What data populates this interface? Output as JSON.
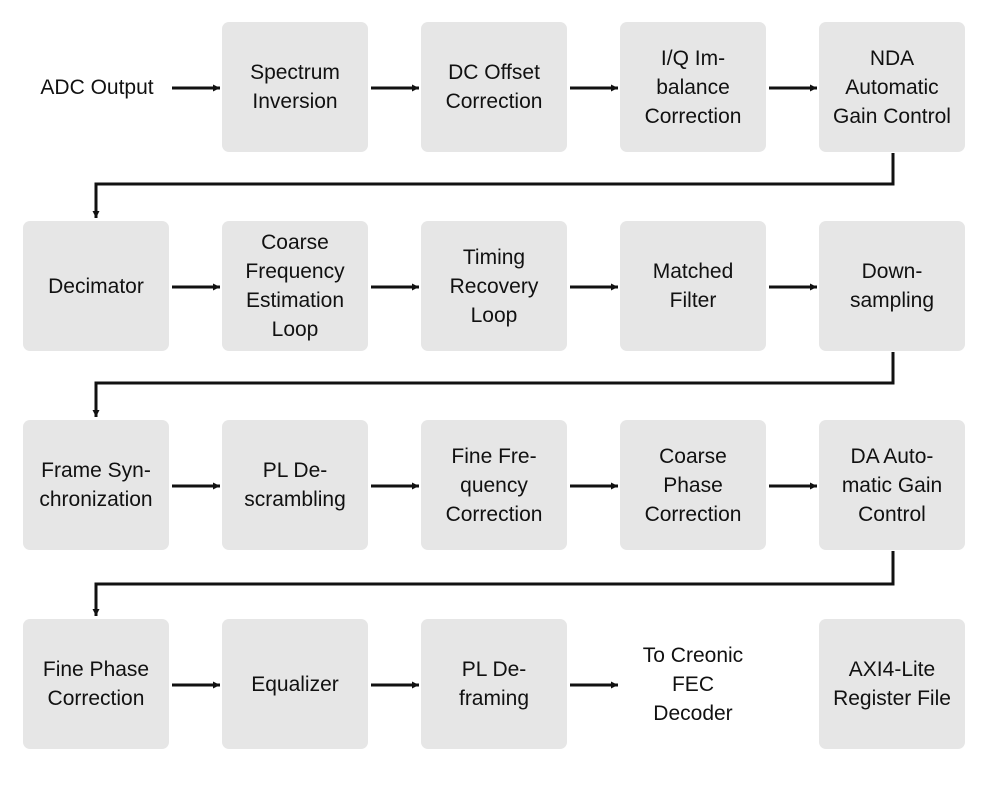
{
  "diagram": {
    "row1": {
      "input": "ADC Output",
      "b1": "Spectrum\nInversion",
      "b2": "DC Offset\nCorrection",
      "b3": "I/Q Im-\nbalance\nCorrection",
      "b4": "NDA\nAutomatic\nGain Control"
    },
    "row2": {
      "b1": "Decimator",
      "b2": "Coarse\nFrequency\nEstimation\nLoop",
      "b3": "Timing\nRecovery\nLoop",
      "b4": "Matched\nFilter",
      "b5": "Down-\nsampling"
    },
    "row3": {
      "b1": "Frame Syn-\nchronization",
      "b2": "PL De-\nscrambling",
      "b3": "Fine Fre-\nquency\nCorrection",
      "b4": "Coarse\nPhase\nCorrection",
      "b5": "DA Auto-\nmatic Gain\nControl"
    },
    "row4": {
      "b1": "Fine Phase\nCorrection",
      "b2": "Equalizer",
      "b3": "PL De-\nframing",
      "output": "To Creonic\nFEC\nDecoder",
      "b5": "AXI4-Lite\nRegister File"
    },
    "colors": {
      "block_fill": "#e6e6e6",
      "line": "#111111"
    }
  }
}
